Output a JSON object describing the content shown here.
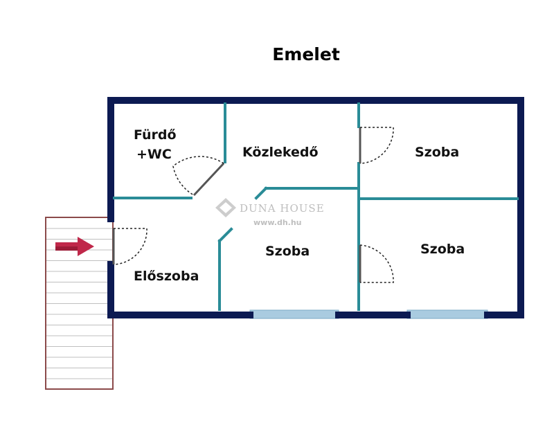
{
  "title": "Emelet",
  "rooms": {
    "furdo_line1": "Fürdő",
    "furdo_line2": "+WC",
    "kozlekedo": "Közlekedő",
    "szoba_top_right": "Szoba",
    "szoba_center": "Szoba",
    "szoba_bottom_right": "Szoba",
    "eloszoba": "Előszoba"
  },
  "watermark": {
    "brand": "DUNA HOUSE",
    "url": "www.dh.hu"
  },
  "colors": {
    "outer_wall": "#0c1a52",
    "inner_wall": "#2a8c97",
    "window": "#a9cbe0",
    "door_arc": "#222222",
    "stairs": "#8b4a4a",
    "entry_arrow": "#c0284a"
  },
  "icons": {
    "entry": "entry-arrow-icon",
    "watermark_logo": "diamond-logo-icon"
  }
}
